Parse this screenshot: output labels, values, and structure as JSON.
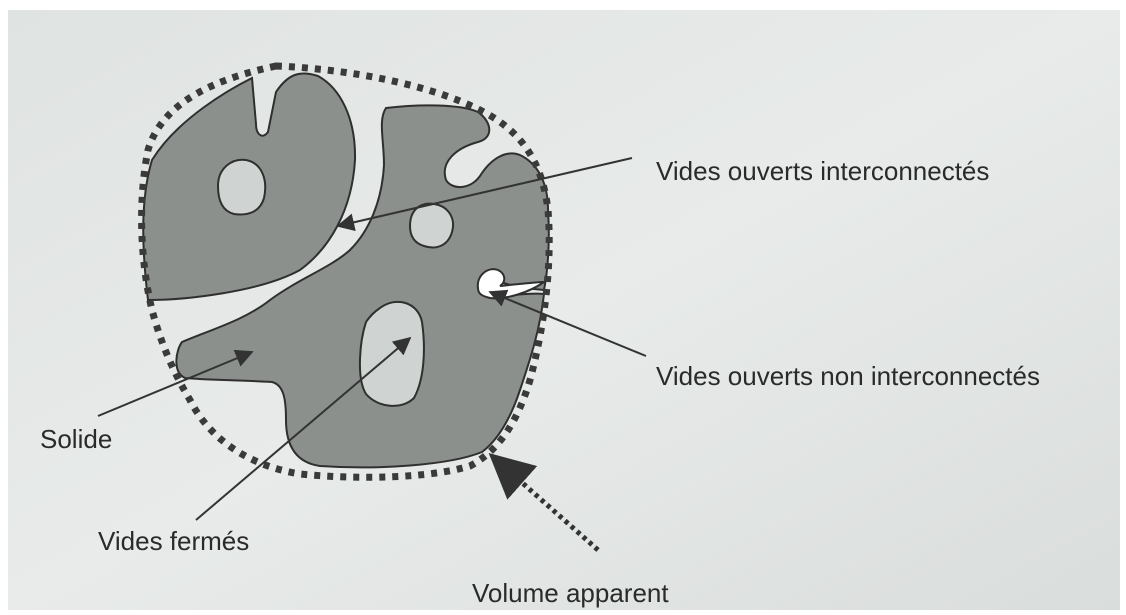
{
  "diagram": {
    "labels": {
      "open_interconnected": "Vides ouverts interconnectés",
      "open_non_interconnected": "Vides ouverts non interconnectés",
      "solid": "Solide",
      "closed_voids": "Vides fermés",
      "bulk_volume": "Volume apparent"
    },
    "colors": {
      "page": "#e6e9e8",
      "solid_fill": "#8c908c",
      "void_fill": "#cfd3d1",
      "outline": "#2f2f2f",
      "dotted_boundary": "#3a3a3a",
      "arrow": "#333333"
    }
  }
}
